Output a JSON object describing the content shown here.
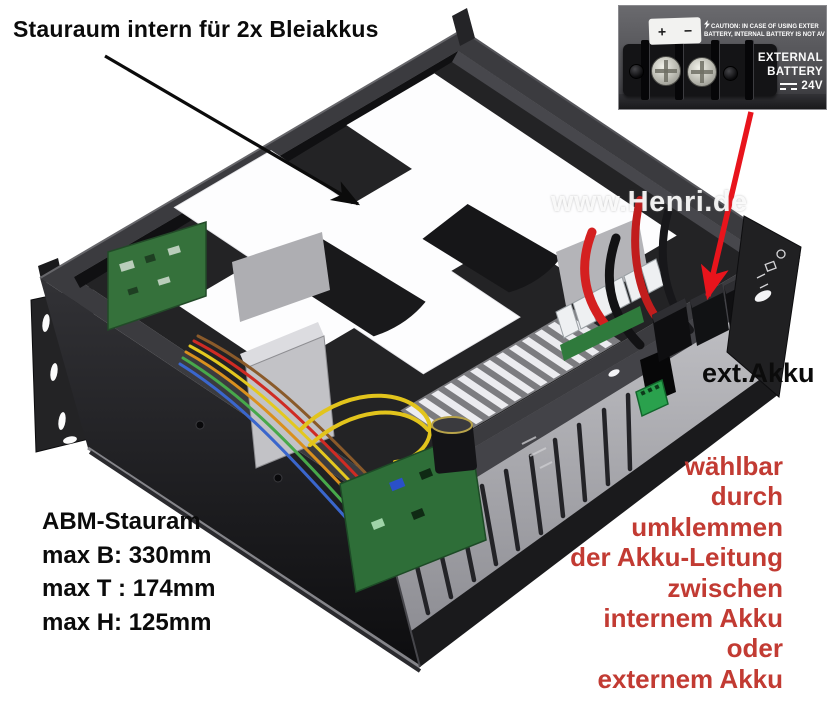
{
  "annotations": {
    "title": "Stauraum intern für 2x Bleiakkus",
    "watermark": "www.Henri.de",
    "ext_akku_label": "ext.Akku",
    "abm": {
      "lines": [
        "ABM-Stauram",
        "max B: 330mm",
        "max T : 174mm",
        "max H: 125mm"
      ]
    },
    "red_note_lines": [
      "wählbar",
      "durch",
      "umklemmen",
      "der Akku-Leitung",
      "zwischen",
      "internem Akku",
      "oder",
      "externem Akku"
    ]
  },
  "inset": {
    "plus_label": "+",
    "minus_label": "−",
    "caution_line1": "CAUTION: IN CASE OF USING EXTER",
    "caution_line2": "BATTERY, INTERNAL BATTERY IS NOT AV",
    "external_line1": "EXTERNAL",
    "external_line2": "BATTERY",
    "voltage": "24V"
  },
  "colors": {
    "note_red": "#c23b33",
    "arrow_red": "#e8141c",
    "arrow_black": "#0b0b0b",
    "chassis_dark": "#2c2c2e",
    "template_white": "#fdfdfe"
  }
}
